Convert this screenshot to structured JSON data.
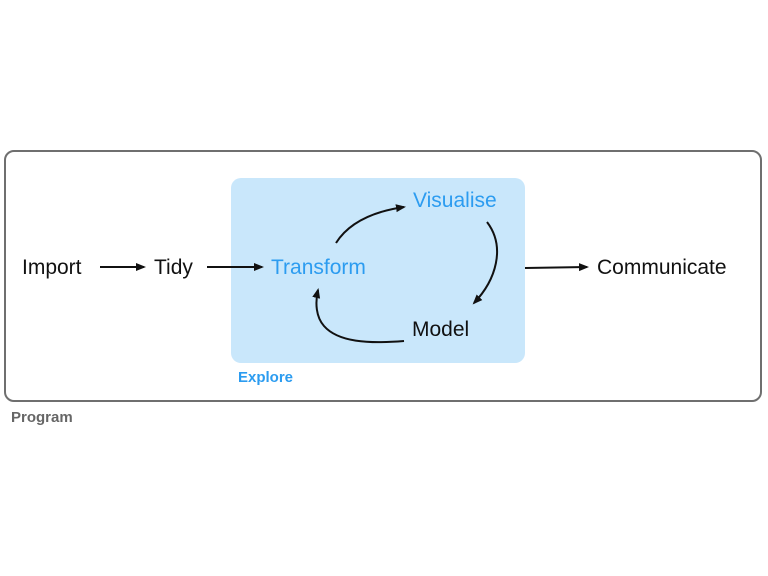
{
  "nodes": {
    "import": "Import",
    "tidy": "Tidy",
    "transform": "Transform",
    "visualise": "Visualise",
    "model": "Model",
    "communicate": "Communicate"
  },
  "groups": {
    "explore": "Explore",
    "program": "Program"
  },
  "colors": {
    "accent_blue": "#2c9cf0",
    "explore_fill": "#c9e7fb",
    "program_border": "#6f6f6f",
    "text": "#111111",
    "program_label": "#666666"
  }
}
